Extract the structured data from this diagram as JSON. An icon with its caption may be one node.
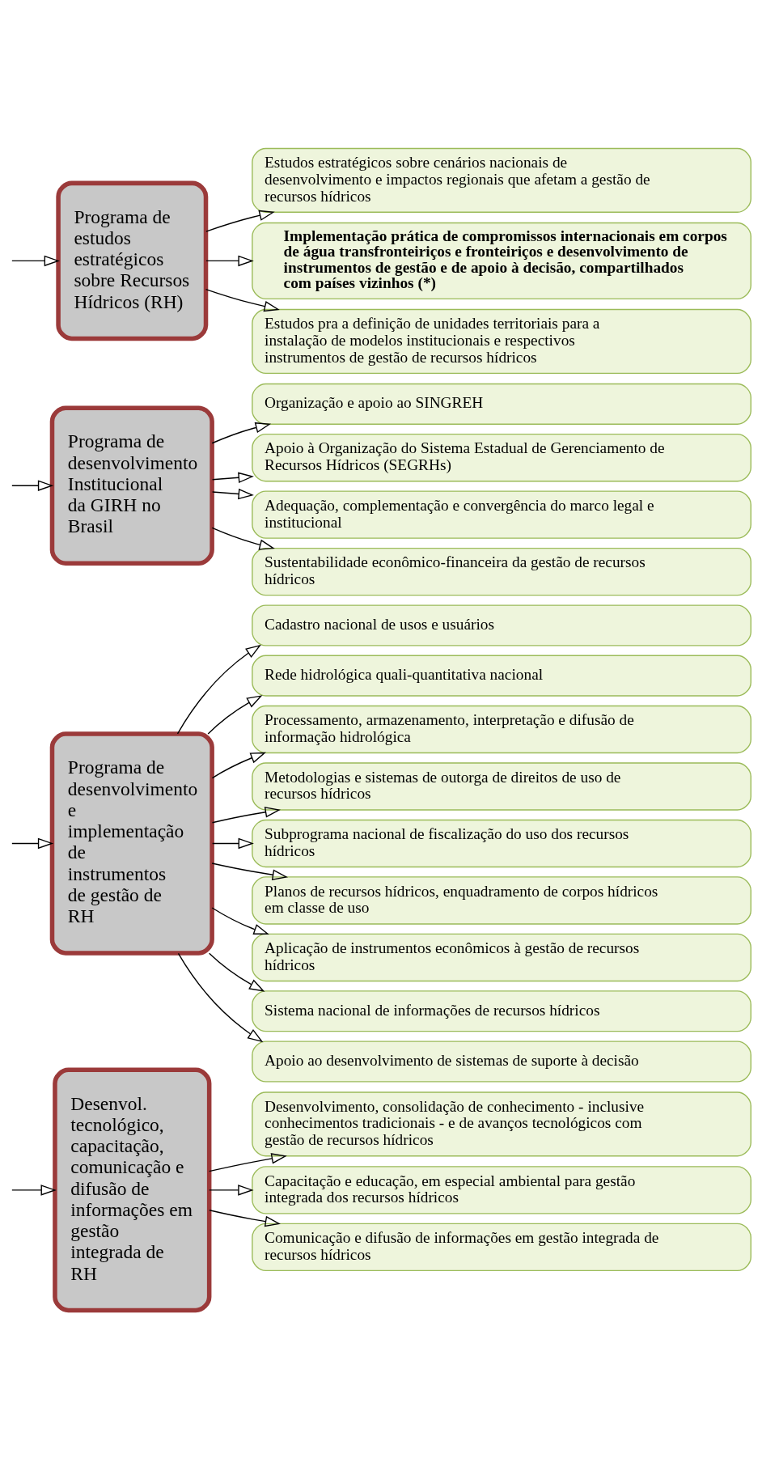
{
  "diagram": {
    "nodes": [
      {
        "text": [
          "Programa de estudos estratégicos sobre Recursos Hídricos (RH)"
        ]
      },
      {
        "text": [
          "Estudos estratégicos sobre cenários nacionais de desenvolvimento e impactos regionais que afetam a gestão de recursos hídricos"
        ]
      },
      {
        "text": [
          "Implementação prática de compromissos internacionais em corpos de água transfronteiriços e fronteiriços e desenvolvimento de instrumentos de gestão e de apoio à decisão, compartilhados com países vizinhos (*)"
        ]
      },
      {
        "text": [
          "Estudos pra a definição de unidades territoriais para a instalação de modelos institucionais e respectivos instrumentos de gestão de recursos hídricos"
        ]
      },
      {
        "text": [
          "Programa de desenvolvimento Institucional da GIRH no Brasil"
        ]
      },
      {
        "text": [
          "Organização e apoio ao SINGREH"
        ]
      },
      {
        "text": [
          "Apoio à Organização do Sistema Estadual de Gerenciamento de Recursos Hídricos (SEGRHs)"
        ]
      },
      {
        "text": [
          "Adequação, complementação e convergência do marco legal e institucional"
        ]
      },
      {
        "text": [
          "Sustentabilidade econômico-financeira da gestão de recursos hídricos"
        ]
      },
      {
        "text": [
          "Programa de desenvolvimento e implementação de instrumentos de gestão de RH"
        ]
      },
      {
        "text": [
          "Cadastro nacional de usos e usuários"
        ]
      },
      {
        "text": [
          "Rede hidrológica quali-quantitativa nacional"
        ]
      },
      {
        "text": [
          "Processamento, armazenamento, interpretação e difusão de informação hidrológica"
        ]
      },
      {
        "text": [
          "Metodologias e sistemas de outorga de direitos de uso de recursos hídricos"
        ]
      },
      {
        "text": [
          "Subprograma nacional de fiscalização do uso dos recursos hídricos"
        ]
      },
      {
        "text": [
          "Planos de recursos hídricos, enquadramento de corpos hídricos em classe de uso"
        ]
      },
      {
        "text": [
          "Aplicação de instrumentos econômicos à gestão de recursos hídricos"
        ]
      },
      {
        "text": [
          "Sistema nacional de informações de recursos hídricos"
        ]
      },
      {
        "text": [
          "Apoio ao desenvolvimento de sistemas de suporte à decisão"
        ]
      },
      {
        "text": [
          "Desenvol. tecnológico, capacitação, comunicação e difusão de informações em gestão integrada de RH"
        ]
      },
      {
        "text": [
          "Desenvolvimento, consolidação de conhecimento - inclusive conhecimentos tradicionais - e de avanços tecnológicos com gestão de recursos hídricos"
        ]
      },
      {
        "text": [
          "Capacitação e educação, em especial ambiental para gestão integrada dos recursos hídricos"
        ]
      },
      {
        "text": [
          "Comunicação e difusão de informações em gestão integrada de recursos hídricos"
        ]
      }
    ],
    "edges": [
      {
        "from": null,
        "to": 0,
        "arrow": "to"
      },
      {
        "from": 0,
        "to": 1,
        "arrow": "to"
      },
      {
        "from": 0,
        "to": 2,
        "arrow": "to"
      },
      {
        "from": 0,
        "to": 3,
        "arrow": "to"
      },
      {
        "from": null,
        "to": 4,
        "arrow": "to"
      },
      {
        "from": 4,
        "to": 5,
        "arrow": "to"
      },
      {
        "from": 4,
        "to": 6,
        "arrow": "to"
      },
      {
        "from": 4,
        "to": 7,
        "arrow": "to"
      },
      {
        "from": 4,
        "to": 8,
        "arrow": "to"
      },
      {
        "from": null,
        "to": 9,
        "arrow": "to"
      },
      {
        "from": 9,
        "to": 10,
        "arrow": "to"
      },
      {
        "from": 9,
        "to": 11,
        "arrow": "to"
      },
      {
        "from": 9,
        "to": 12,
        "arrow": "to"
      },
      {
        "from": 9,
        "to": 13,
        "arrow": "to"
      },
      {
        "from": 9,
        "to": 14,
        "arrow": "to"
      },
      {
        "from": 9,
        "to": 15,
        "arrow": "to"
      },
      {
        "from": 9,
        "to": 16,
        "arrow": "to"
      },
      {
        "from": 9,
        "to": 17,
        "arrow": "to"
      },
      {
        "from": 9,
        "to": 18,
        "arrow": "to"
      },
      {
        "from": null,
        "to": 19,
        "arrow": "to"
      },
      {
        "from": 19,
        "to": 20,
        "arrow": "to"
      },
      {
        "from": 19,
        "to": 21,
        "arrow": "to"
      },
      {
        "from": 19,
        "to": 22,
        "arrow": "to"
      }
    ]
  }
}
